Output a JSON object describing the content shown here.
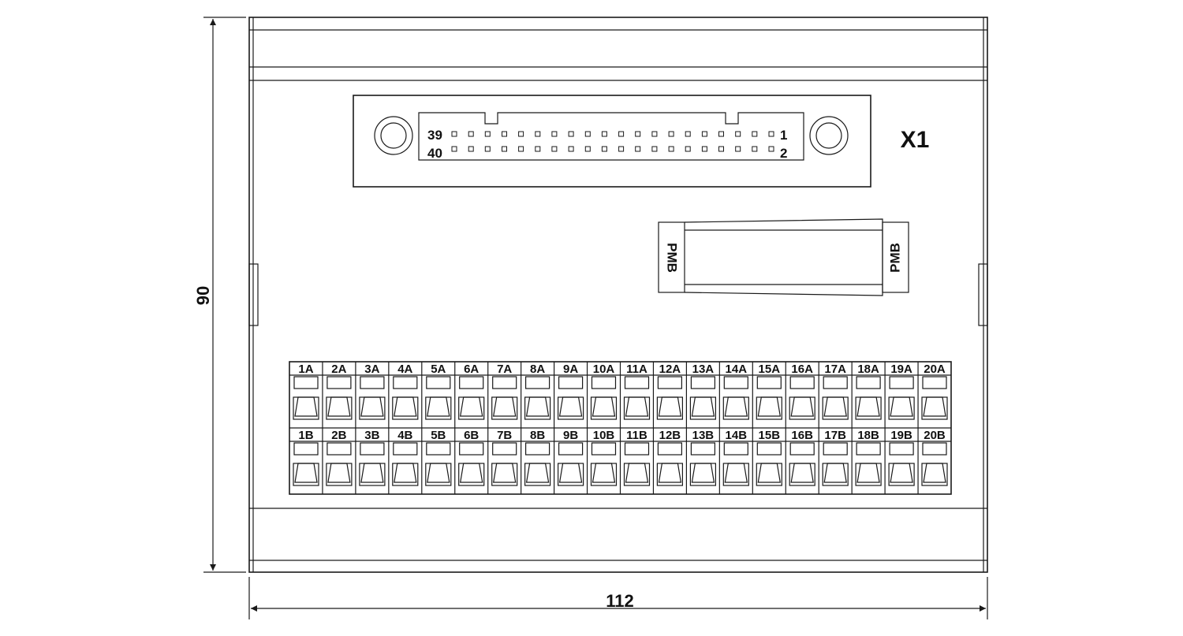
{
  "dimensions": {
    "height_label": "90",
    "width_label": "112"
  },
  "connector": {
    "designator": "X1",
    "pin_labels": {
      "top_left": "39",
      "bottom_left": "40",
      "top_right": "1",
      "bottom_right": "2"
    },
    "pins_per_row": 20
  },
  "pmb": {
    "left_label": "PMB",
    "right_label": "PMB"
  },
  "terminals": {
    "row_a": [
      "1A",
      "2A",
      "3A",
      "4A",
      "5A",
      "6A",
      "7A",
      "8A",
      "9A",
      "10A",
      "11A",
      "12A",
      "13A",
      "14A",
      "15A",
      "16A",
      "17A",
      "18A",
      "19A",
      "20A"
    ],
    "row_b": [
      "1B",
      "2B",
      "3B",
      "4B",
      "5B",
      "6B",
      "7B",
      "8B",
      "9B",
      "10B",
      "11B",
      "12B",
      "13B",
      "14B",
      "15B",
      "16B",
      "17B",
      "18B",
      "19B",
      "20B"
    ]
  },
  "colors": {
    "line": "#1a1a1a",
    "background": "#ffffff"
  }
}
